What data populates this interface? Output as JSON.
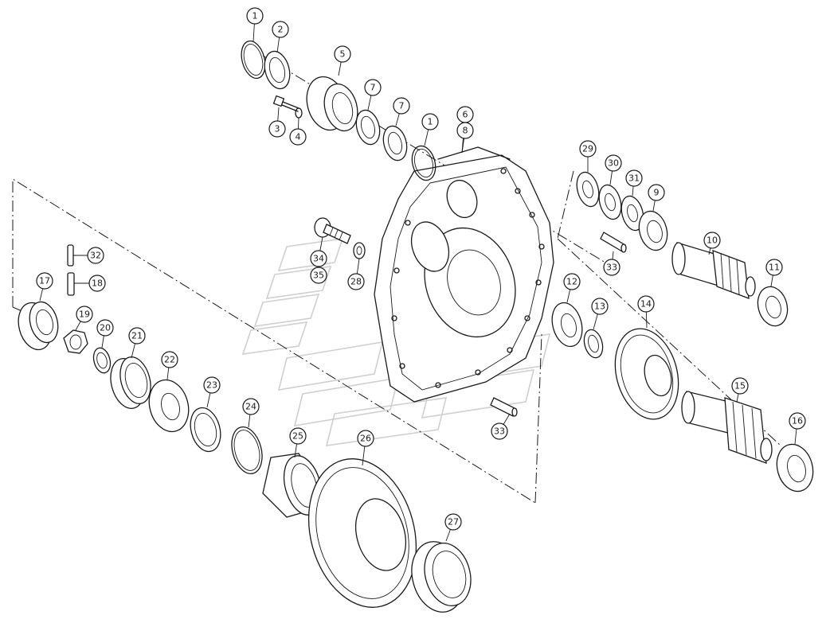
{
  "diagram": {
    "callouts": [
      {
        "id": "c1a",
        "label": "1"
      },
      {
        "id": "c2",
        "label": "2"
      },
      {
        "id": "c5",
        "label": "5"
      },
      {
        "id": "c3",
        "label": "3"
      },
      {
        "id": "c4",
        "label": "4"
      },
      {
        "id": "c7a",
        "label": "7"
      },
      {
        "id": "c7b",
        "label": "7"
      },
      {
        "id": "c1b",
        "label": "1"
      },
      {
        "id": "c6",
        "label": "6"
      },
      {
        "id": "c8",
        "label": "8"
      },
      {
        "id": "c29",
        "label": "29"
      },
      {
        "id": "c30",
        "label": "30"
      },
      {
        "id": "c31",
        "label": "31"
      },
      {
        "id": "c9",
        "label": "9"
      },
      {
        "id": "c10",
        "label": "10"
      },
      {
        "id": "c11",
        "label": "11"
      },
      {
        "id": "c33a",
        "label": "33"
      },
      {
        "id": "c32",
        "label": "32"
      },
      {
        "id": "c34",
        "label": "34"
      },
      {
        "id": "c35",
        "label": "35"
      },
      {
        "id": "c28",
        "label": "28"
      },
      {
        "id": "c17",
        "label": "17"
      },
      {
        "id": "c18",
        "label": "18"
      },
      {
        "id": "c19",
        "label": "19"
      },
      {
        "id": "c12",
        "label": "12"
      },
      {
        "id": "c13",
        "label": "13"
      },
      {
        "id": "c14",
        "label": "14"
      },
      {
        "id": "c20",
        "label": "20"
      },
      {
        "id": "c21",
        "label": "21"
      },
      {
        "id": "c22",
        "label": "22"
      },
      {
        "id": "c23",
        "label": "23"
      },
      {
        "id": "c24",
        "label": "24"
      },
      {
        "id": "c25",
        "label": "25"
      },
      {
        "id": "c26",
        "label": "26"
      },
      {
        "id": "c15",
        "label": "15"
      },
      {
        "id": "c16",
        "label": "16"
      },
      {
        "id": "c33b",
        "label": "33"
      },
      {
        "id": "c27",
        "label": "27"
      }
    ]
  }
}
